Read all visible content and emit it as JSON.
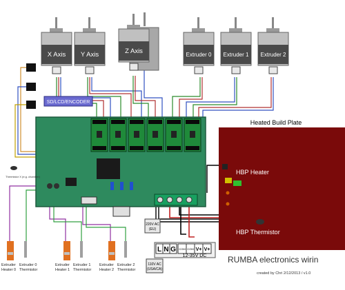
{
  "motors": [
    {
      "label": "X Axis"
    },
    {
      "label": "Y Axis"
    },
    {
      "label": "Z Axis"
    },
    {
      "label": "Extruder 0"
    },
    {
      "label": "Extruder 1"
    },
    {
      "label": "Extruder 2"
    }
  ],
  "sd_lcd_label": "SD/LCD/ENCODER",
  "heated_plate": {
    "title": "Heated Build Plate",
    "heater_label": "HBP  Heater",
    "thermistor_label": "HBP Thermistor"
  },
  "thermistor_x_label": "Thermistor X\n(e.g. chamber)",
  "bottom_components": [
    {
      "label1": "Extruder",
      "label2": "Heater 0"
    },
    {
      "label1": "Extruder 0",
      "label2": "Thermistor"
    },
    {
      "label1": "Extruder",
      "label2": "Heater 1"
    },
    {
      "label1": "Extruder 1",
      "label2": "Thermistor"
    },
    {
      "label1": "Extruder",
      "label2": "Heater 2"
    },
    {
      "label1": "Extruder 2",
      "label2": "Thermistor"
    }
  ],
  "power": {
    "ac_top": [
      "220V AC",
      "(EU)"
    ],
    "ac_bottom": [
      "110V AC",
      "(USA/CA)"
    ],
    "lng": [
      "L",
      "N",
      "G"
    ],
    "terminals": [
      "COM",
      "COM",
      "V+",
      "V+"
    ],
    "dc_label": "12-35V DC"
  },
  "title": "RUMBA electronics wirin",
  "credit": "created by Chri 2/12/2013 / v1.0",
  "colors": {
    "board": "#2e8a5e",
    "plate": "#7a0a0a",
    "motor": "#b8b8b8",
    "driver": "#1f8a3a",
    "label_bg": "#ffffff"
  }
}
